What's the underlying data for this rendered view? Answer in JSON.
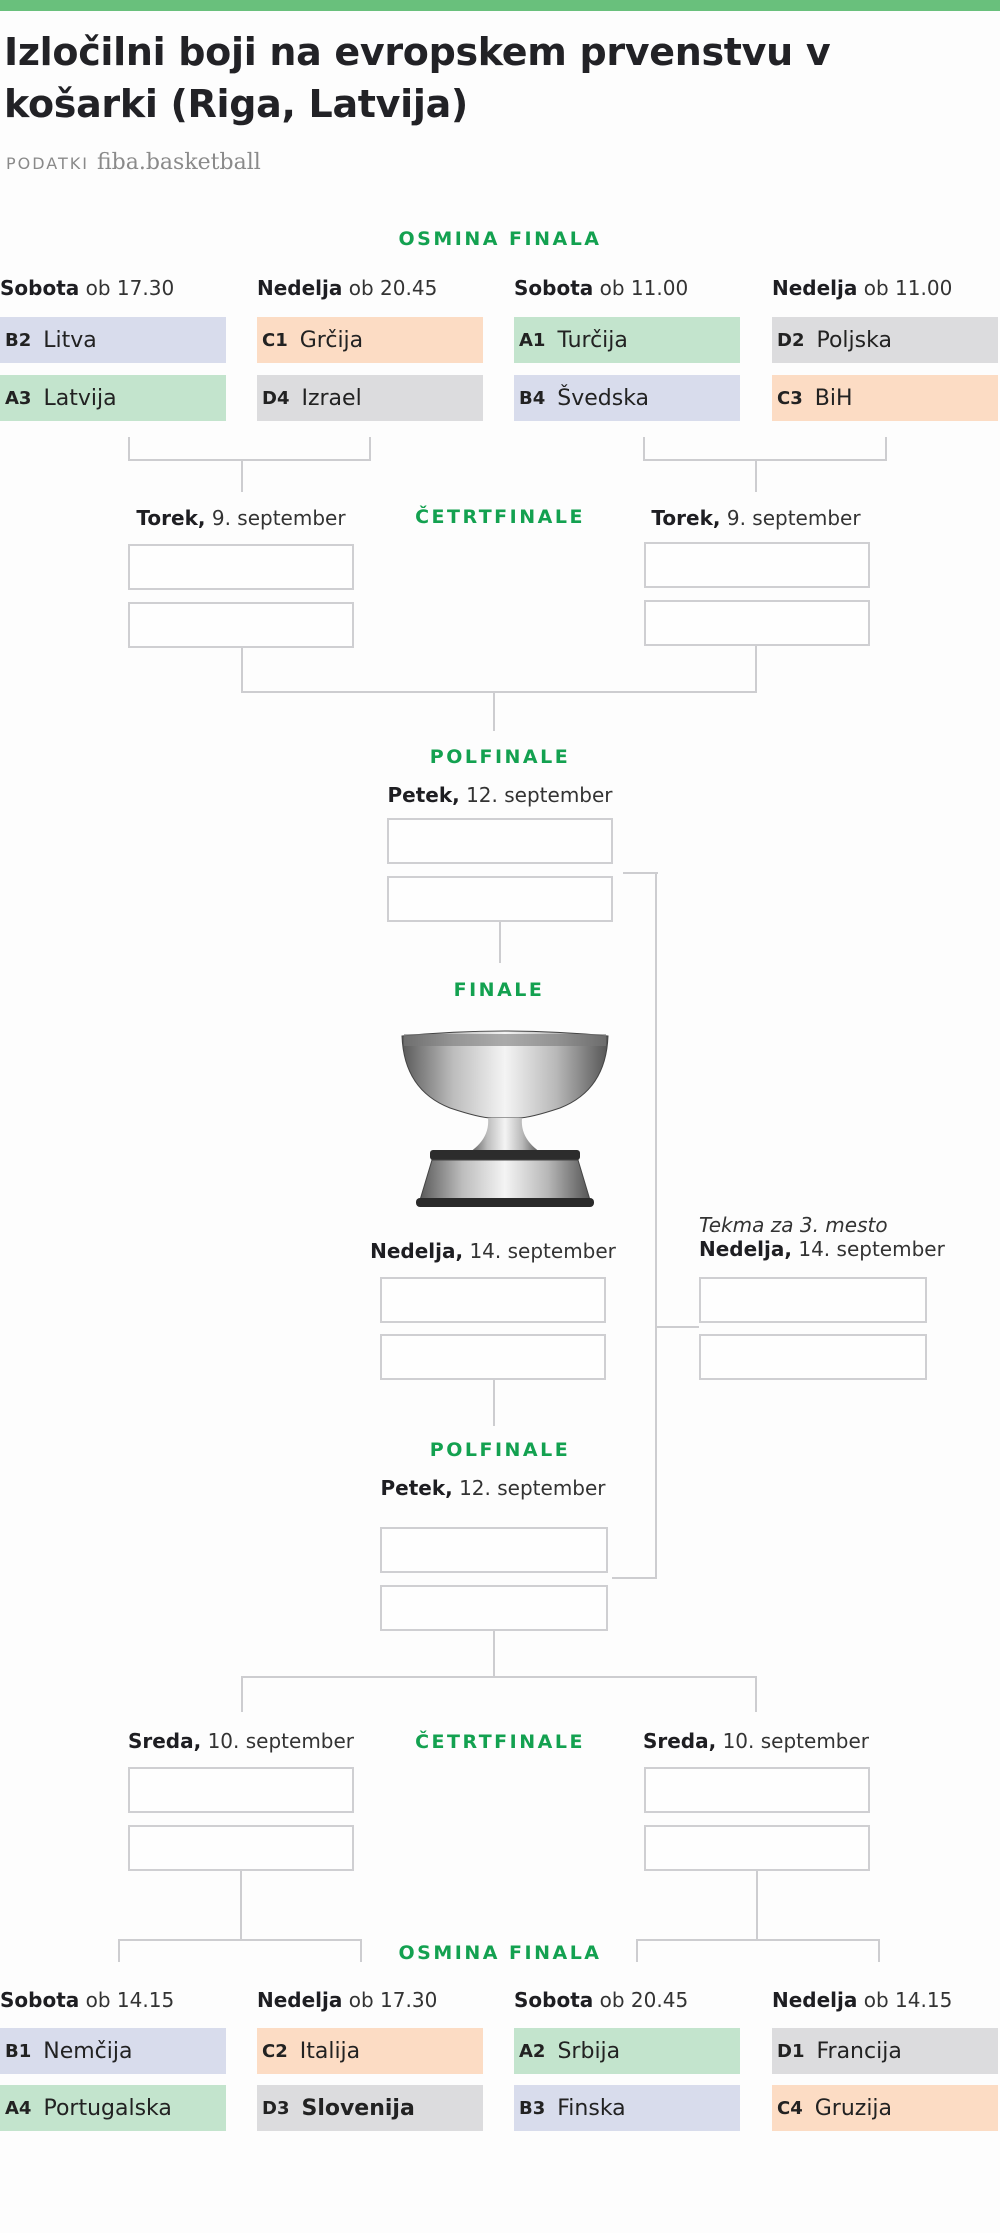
{
  "header": {
    "title": "Izločilni boji na evropskem prvenstvu v košarki (Riga, Latvija)",
    "source_label": "PODATKI",
    "source_value": "fiba.basketball"
  },
  "colors": {
    "accent_green": "#13a150",
    "top_bar": "#69c07c",
    "group_A": "#c3e4cd",
    "group_B": "#d8dcec",
    "group_C": "#fcdcc4",
    "group_D": "#dcdcde",
    "slot_border": "#cfcfd2"
  },
  "rounds": {
    "r16": "OSMINA FINALA",
    "qf": "ČETRTFINALE",
    "sf": "POLFINALE",
    "final": "FINALE",
    "third_place": "Tekma za 3. mesto"
  },
  "top_half": {
    "r16_matches": [
      {
        "day": "Sobota",
        "time": "ob 17.30",
        "teams": [
          {
            "seed": "B2",
            "name": "Litva",
            "group": "B"
          },
          {
            "seed": "A3",
            "name": "Latvija",
            "group": "A"
          }
        ]
      },
      {
        "day": "Nedelja",
        "time": "ob 20.45",
        "teams": [
          {
            "seed": "C1",
            "name": "Grčija",
            "group": "C"
          },
          {
            "seed": "D4",
            "name": "Izrael",
            "group": "D"
          }
        ]
      },
      {
        "day": "Sobota",
        "time": "ob 11.00",
        "teams": [
          {
            "seed": "A1",
            "name": "Turčija",
            "group": "A"
          },
          {
            "seed": "B4",
            "name": "Švedska",
            "group": "B"
          }
        ]
      },
      {
        "day": "Nedelja",
        "time": "ob 11.00",
        "teams": [
          {
            "seed": "D2",
            "name": "Poljska",
            "group": "D"
          },
          {
            "seed": "C3",
            "name": "BiH",
            "group": "C"
          }
        ]
      }
    ],
    "qf_matches": [
      {
        "day": "Torek,",
        "date": "9. september"
      },
      {
        "day": "Torek,",
        "date": "9. september"
      }
    ],
    "sf": {
      "day": "Petek,",
      "date": "12. september"
    }
  },
  "final": {
    "day": "Nedelja,",
    "date": "14. september"
  },
  "third_place": {
    "day": "Nedelja,",
    "date": "14. september"
  },
  "bottom_half": {
    "sf": {
      "day": "Petek,",
      "date": "12. september"
    },
    "qf_matches": [
      {
        "day": "Sreda,",
        "date": "10. september"
      },
      {
        "day": "Sreda,",
        "date": "10. september"
      }
    ],
    "r16_matches": [
      {
        "day": "Sobota",
        "time": "ob 14.15",
        "teams": [
          {
            "seed": "B1",
            "name": "Nemčija",
            "group": "B"
          },
          {
            "seed": "A4",
            "name": "Portugalska",
            "group": "A"
          }
        ]
      },
      {
        "day": "Nedelja",
        "time": "ob 17.30",
        "teams": [
          {
            "seed": "C2",
            "name": "Italija",
            "group": "C"
          },
          {
            "seed": "D3",
            "name": "Slovenija",
            "group": "D",
            "highlight": true
          }
        ]
      },
      {
        "day": "Sobota",
        "time": "ob 20.45",
        "teams": [
          {
            "seed": "A2",
            "name": "Srbija",
            "group": "A"
          },
          {
            "seed": "B3",
            "name": "Finska",
            "group": "B"
          }
        ]
      },
      {
        "day": "Nedelja",
        "time": "ob 14.15",
        "teams": [
          {
            "seed": "D1",
            "name": "Francija",
            "group": "D"
          },
          {
            "seed": "C4",
            "name": "Gruzija",
            "group": "C"
          }
        ]
      }
    ]
  },
  "trophy": {
    "icon": "trophy-cup-icon"
  }
}
